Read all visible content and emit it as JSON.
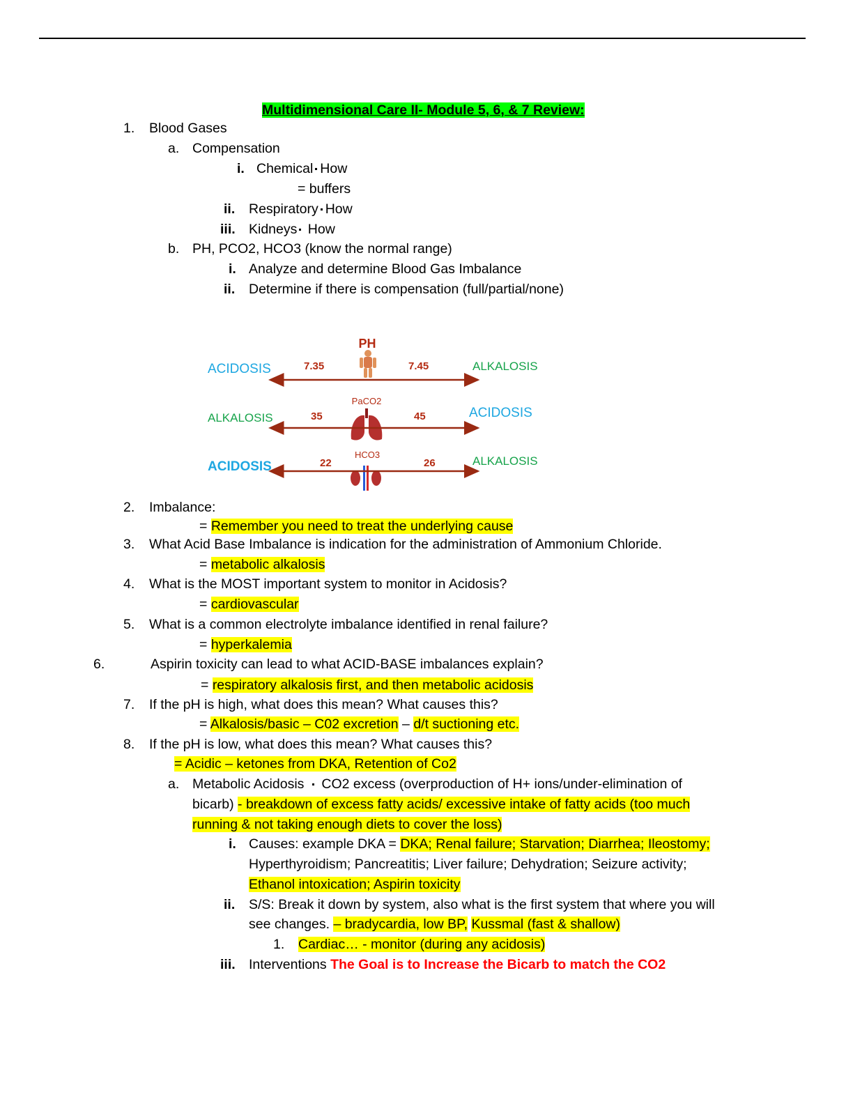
{
  "title": "Multidimensional Care II- Module 5, 6, & 7 Review:",
  "items": {
    "n1": "1.",
    "blood_gases": "Blood Gases",
    "a": "a.",
    "compensation": "Compensation",
    "i": "i.",
    "chemical": "Chemical",
    "how": "How",
    "buffers": "= buffers",
    "ii": "ii.",
    "respiratory": "Respiratory",
    "how2": "How",
    "iii": "iii.",
    "kidneys": "Kidneys",
    "how3": " How",
    "b": "b.",
    "ph_line": "PH, PCO2, HCO3 (know the normal range)",
    "bi": "i.",
    "analyze": "Analyze and determine Blood Gas Imbalance",
    "bii": "ii.",
    "determine": "Determine if there is compensation (full/partial/none)"
  },
  "diagram": {
    "ph_title": "PH",
    "row1": {
      "left": "ACIDOSIS",
      "low": "7.35",
      "high": "7.45",
      "right": "ALKALOSIS"
    },
    "paco2_title": "PaCO2",
    "row2": {
      "left": "ALKALOSIS",
      "low": "35",
      "high": "45",
      "right": "ACIDOSIS"
    },
    "hco3_title": "HCO3",
    "row3": {
      "left": "ACIDOSIS",
      "low": "22",
      "high": "26",
      "right": "ALKALOSIS"
    },
    "colors": {
      "acidosis": "#1ea7e1",
      "alkalosis": "#16a34a",
      "number": "#b42b12",
      "arrow": "#9a2a12"
    }
  },
  "questions": {
    "n2": "2.",
    "q2": "Imbalance:",
    "eq": "=",
    "a2": "Remember you need to treat the underlying cause",
    "n3": "3.",
    "q3": "What Acid Base Imbalance is indication for the administration of Ammonium Chloride.",
    "a3": "metabolic alkalosis",
    "n4": "4.",
    "q4": "What is the MOST important system to monitor in Acidosis?",
    "a4": "cardiovascular",
    "n5": "5.",
    "q5": "What is a common electrolyte imbalance identified in renal failure?",
    "a5": "hyperkalemia",
    "n6": "6.",
    "q6": "Aspirin toxicity can lead to what ACID-BASE imbalances explain?",
    "a6": "respiratory alkalosis first, and then metabolic acidosis",
    "n7": "7.",
    "q7": "If the pH is high, what does this mean?  What causes this?",
    "a7a": "Alkalosis/basic – C02 excretion",
    "dash": "–",
    "a7b": "d/t suctioning etc.",
    "n8": "8.",
    "q8": "If the pH is low, what does this mean?  What causes this?",
    "a8": "= Acidic – ketones from DKA, Retention of Co2"
  },
  "metabolic": {
    "a": "a.",
    "line1_pre": "Metabolic Acidosis",
    "line1_post": "CO2 excess (overproduction of H+ ions/under-elimination of",
    "line2_pre": "bicarb)",
    "line2_hl": "- breakdown of excess fatty acids/ excessive intake of fatty acids (too much",
    "line3_hl": "running & not taking enough diets to cover the loss)",
    "i": "i.",
    "causes_pre": "Causes: example DKA =",
    "causes_hl": "DKA; Renal failure; Starvation; Diarrhea; Ileostomy;",
    "causes_line2": "Hyperthyroidism; Pancreatitis; Liver failure; Dehydration; Seizure activity;",
    "causes_line3_hl": "Ethanol intoxication; Aspirin toxicity",
    "ii": "ii.",
    "ss_line1": "S/S: Break it down by system, also what is the first system that where you will",
    "ss_line2_pre": "see changes.",
    "ss_line2_hl1": "– bradycardia, low BP,",
    "ss_line2_hl2": "Kussmal (fast & shallow)",
    "sub1": "1.",
    "cardiac": "Cardiac… - monitor (during any acidosis)",
    "iii": "iii.",
    "interventions": "Interventions",
    "goal": "The Goal is to Increase the Bicarb to match the CO2"
  }
}
